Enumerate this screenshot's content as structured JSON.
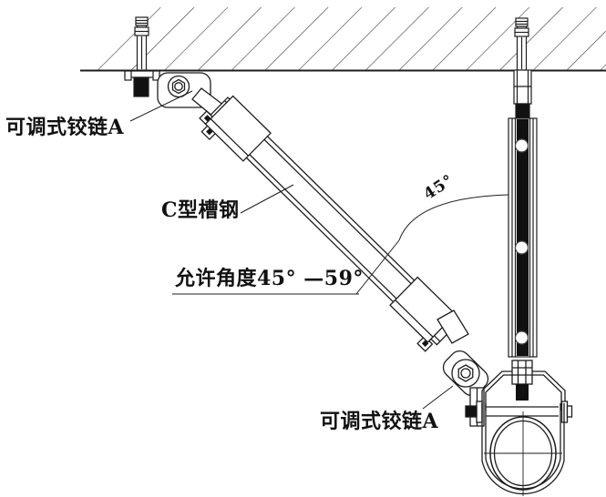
{
  "page": {
    "background": "#ffffff",
    "line_color": "#1d1d1d",
    "fill_black": "#111111"
  },
  "labels": {
    "hinge_top": "可调式铰链A",
    "channel_steel": "C型槽钢",
    "allowed_angle": "允许角度45° —59°",
    "angle_dimension": "45°",
    "hinge_bottom": "可调式铰链A"
  }
}
